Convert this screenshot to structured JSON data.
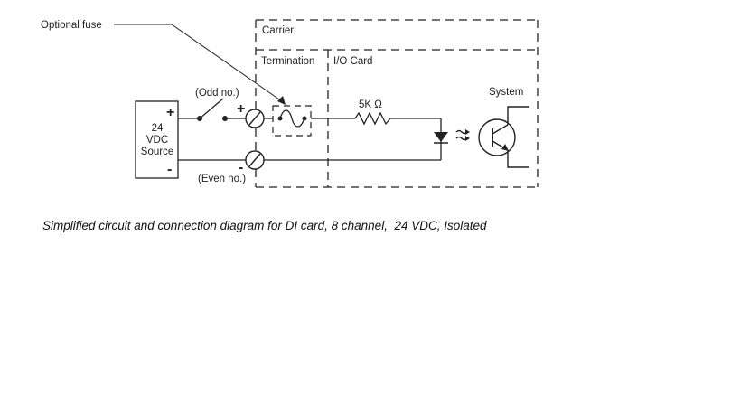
{
  "labels": {
    "optional_fuse": "Optional fuse",
    "carrier": "Carrier",
    "termination": "Termination",
    "io_card": "I/O Card",
    "odd_no": "(Odd no.)",
    "even_no": "(Even no.)",
    "plus_terminal": "+",
    "minus_terminal": "-",
    "source_plus": "+",
    "source_minus": "-",
    "source_line1": "24",
    "source_line2": "VDC",
    "source_line3": "Source",
    "resistor": "5K Ω",
    "system": "System"
  },
  "caption": "Simplified circuit and connection diagram for DI card, 8 channel,  24 VDC, Isolated"
}
